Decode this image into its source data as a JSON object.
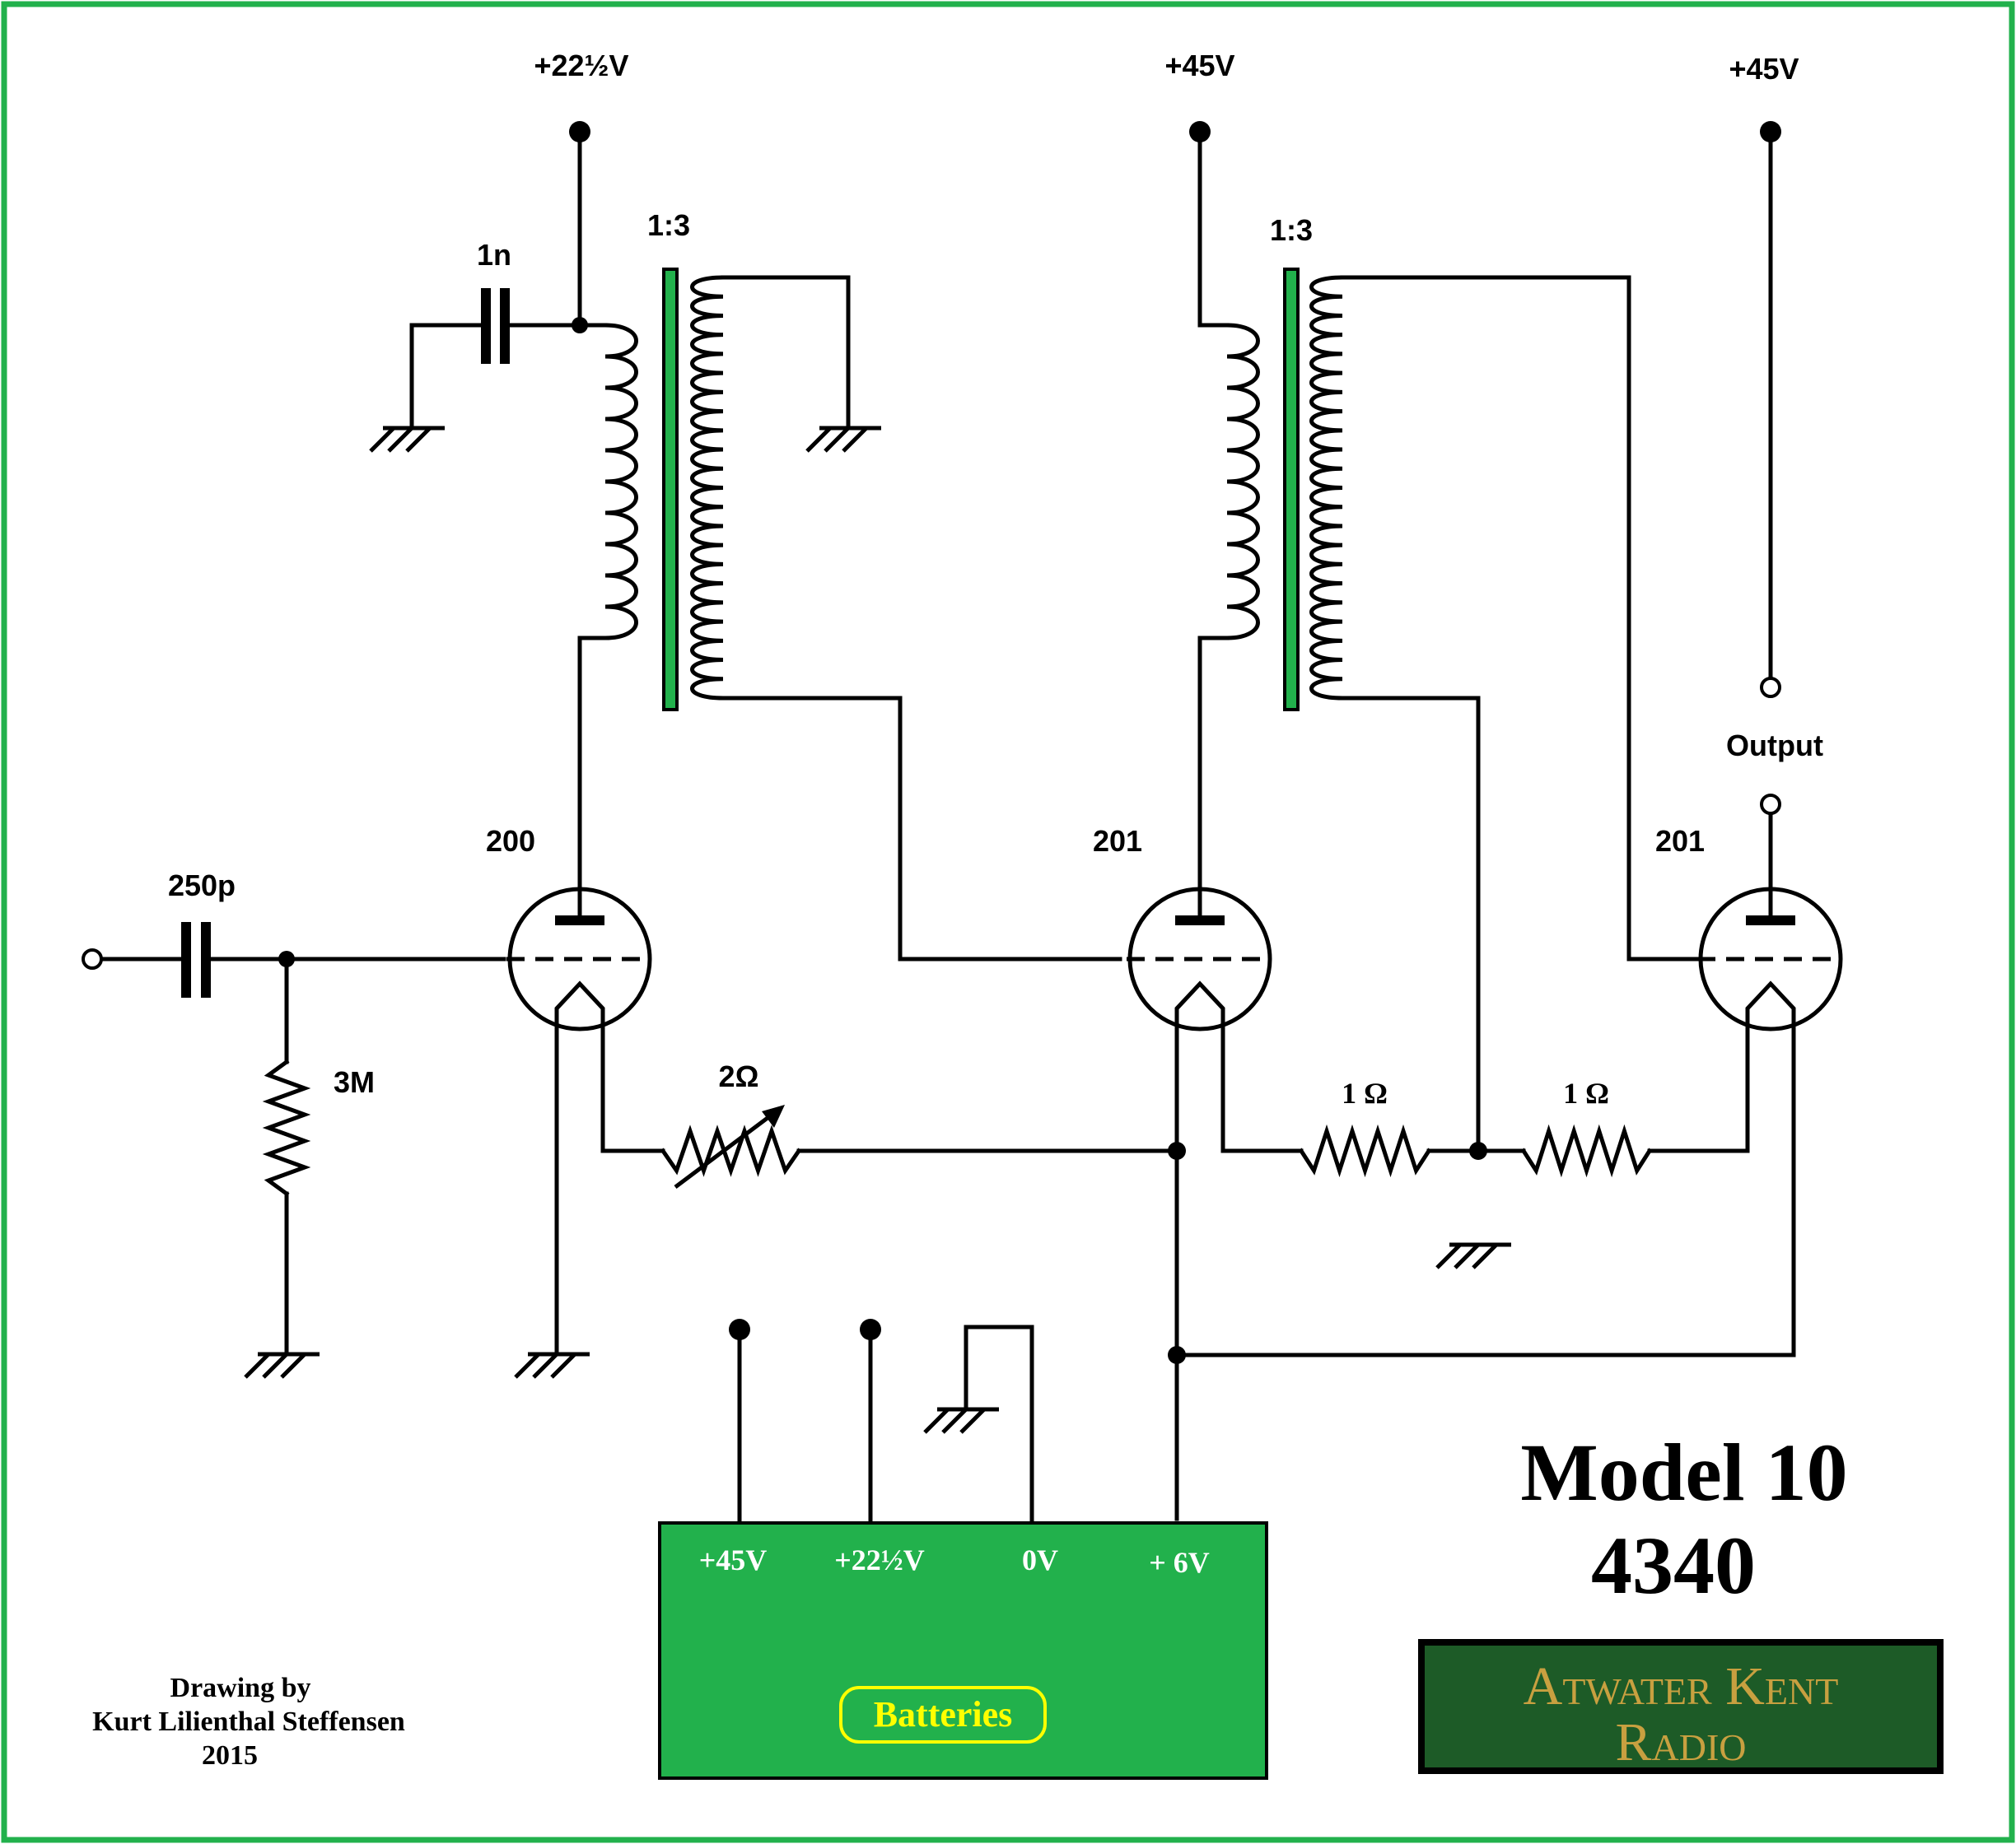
{
  "title": {
    "line1": "Model 10",
    "line2": "4340"
  },
  "credit": {
    "line1": "Drawing by",
    "line2": "Kurt Lilienthal Steffensen",
    "line3": "2015"
  },
  "logo": {
    "line1": "Atwater Kent",
    "line2": "Radio"
  },
  "supplies": {
    "v1": "+22½V",
    "v2": "+45V",
    "v3": "+45V"
  },
  "components": {
    "c_bypass": "1n",
    "t1_ratio": "1:3",
    "t2_ratio": "1:3",
    "c_input": "250p",
    "r_grid": "3M",
    "tube1": "200",
    "tube2": "201",
    "tube3": "201",
    "r_rheostat": "2Ω",
    "r1": "1 Ω",
    "r2": "1 Ω",
    "output": "Output"
  },
  "battery": {
    "name": "Batteries",
    "t1": "+45V",
    "t2": "+22½V",
    "t3": "0V",
    "t4": "+ 6V"
  },
  "colors": {
    "frame": "#22b14c",
    "battery_fill": "#22b14c",
    "battery_label": "#ffff00",
    "logo_bg": "#1d5b27",
    "logo_text": "#c8a040",
    "core": "#22b14c"
  }
}
